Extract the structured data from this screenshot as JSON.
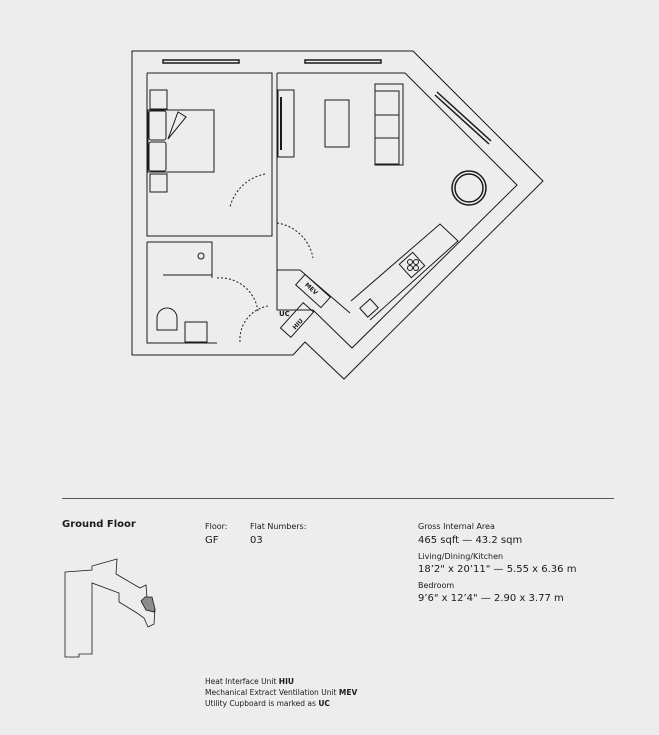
{
  "plan": {
    "labels": {
      "uc": "UC",
      "mev": "MEV",
      "hiu": "HIU"
    }
  },
  "floor_title": "Ground Floor",
  "floor": {
    "label": "Floor:",
    "value": "GF"
  },
  "flat_numbers": {
    "label": "Flat Numbers:",
    "value": "03"
  },
  "areas": [
    {
      "label": "Gross Internal Area",
      "value": "465 sqft — 43.2 sqm"
    },
    {
      "label": "Living/Dining/Kitchen",
      "value": "18’2\" x 20’11\" — 5.55 x 6.36 m"
    },
    {
      "label": "Bedroom",
      "value": "9’6\" x 12’4\" — 2.90 x 3.77 m"
    }
  ],
  "legend": [
    {
      "text": "Heat Interface Unit ",
      "code": "HIU"
    },
    {
      "text": "Mechanical Extract Ventilation Unit ",
      "code": "MEV"
    },
    {
      "text": "Utility Cupboard is marked as ",
      "code": "UC"
    }
  ],
  "colors": {
    "background": "#ededed",
    "line": "#1a1a1a",
    "highlight": "#8c8c8c"
  }
}
